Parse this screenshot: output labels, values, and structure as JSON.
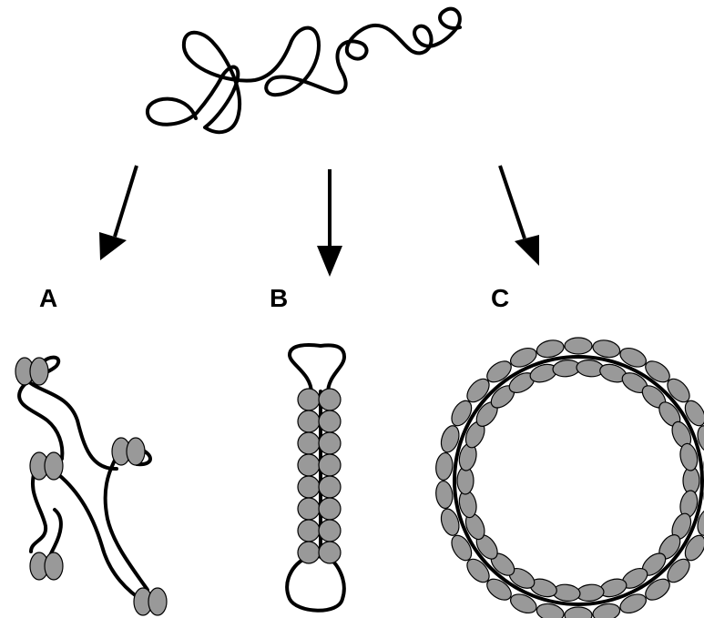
{
  "panels": [
    {
      "label": "A"
    },
    {
      "label": "B"
    },
    {
      "label": "C"
    }
  ],
  "colors": {
    "strand": "#000000",
    "bead_fill": "#999999",
    "bead_stroke": "#000000",
    "background": "#ffffff"
  }
}
